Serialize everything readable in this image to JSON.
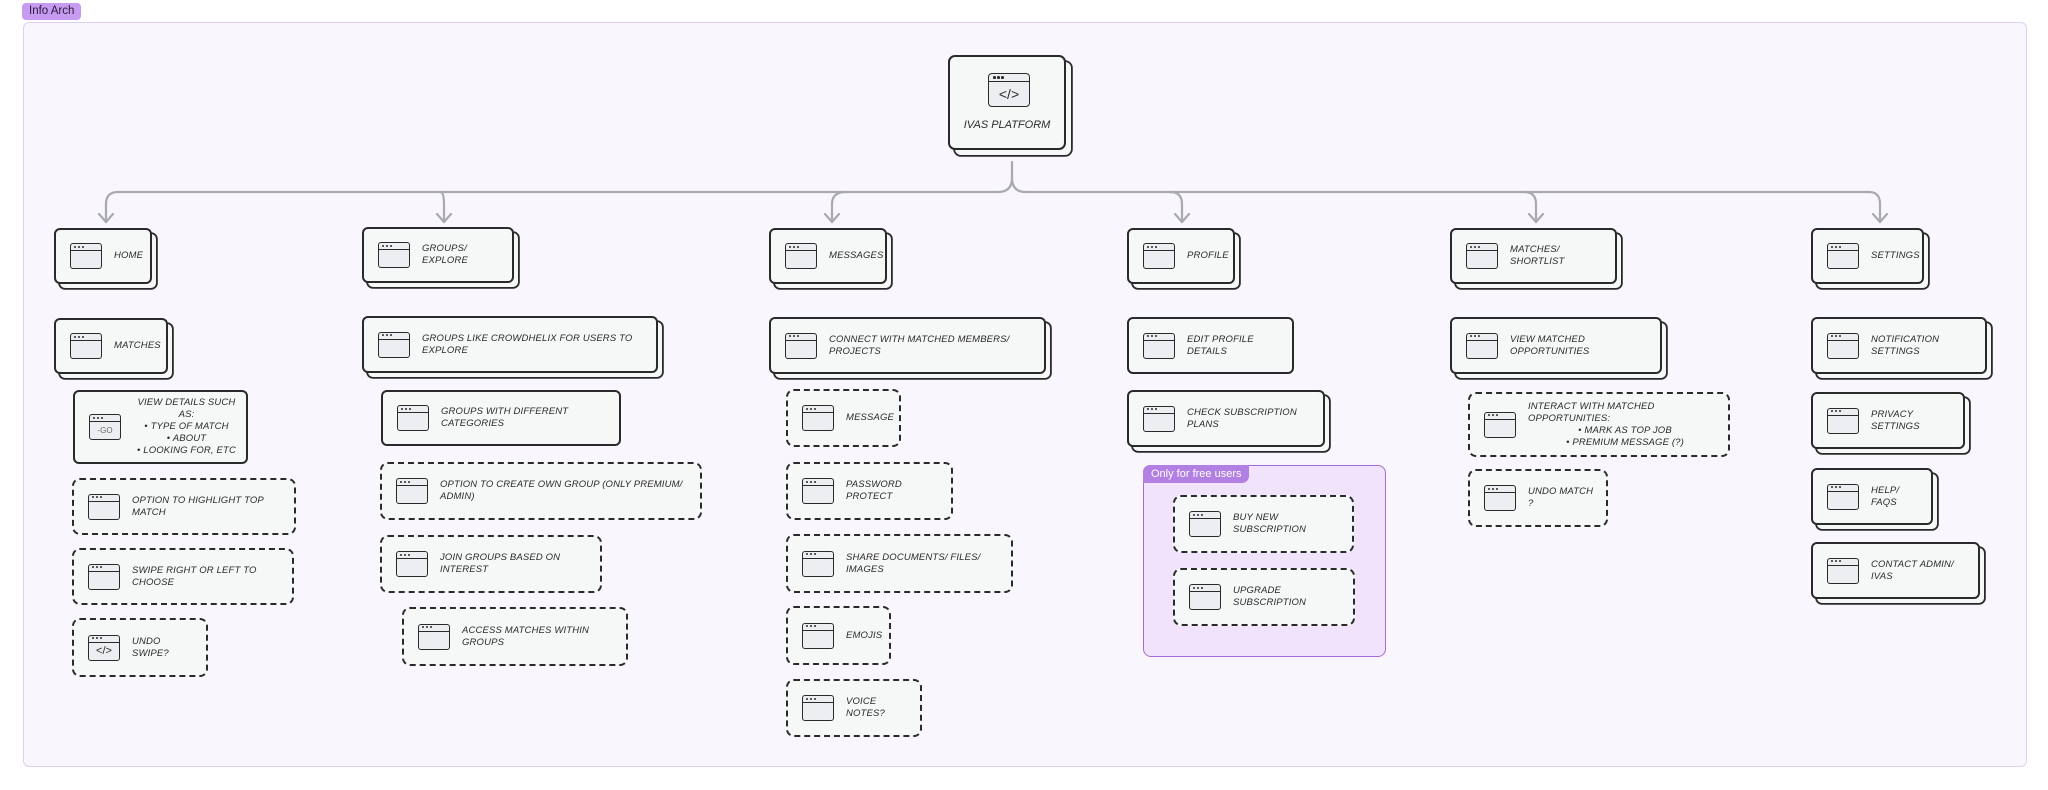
{
  "frame": {
    "title": "Info Arch"
  },
  "root": {
    "label": "IVAS PLATFORM"
  },
  "group": {
    "title": "Only for free users"
  },
  "columns": [
    {
      "head": "HOME",
      "items": [
        "MATCHES",
        {
          "title": "VIEW DETAILS SUCH AS:",
          "bullets": [
            "TYPE OF MATCH",
            "ABOUT",
            "LOOKING FOR, ETC"
          ]
        },
        "OPTION TO HIGHLIGHT TOP MATCH",
        "SWIPE RIGHT OR LEFT TO CHOOSE",
        "UNDO SWIPE?"
      ]
    },
    {
      "head": "GROUPS/ EXPLORE",
      "items": [
        "GROUPS LIKE CROWDHELIX FOR USERS TO EXPLORE",
        "GROUPS WITH DIFFERENT CATEGORIES",
        "OPTION TO CREATE OWN GROUP (ONLY PREMIUM/ ADMIN)",
        "JOIN GROUPS BASED ON INTEREST",
        "ACCESS MATCHES WITHIN GROUPS"
      ]
    },
    {
      "head": "MESSAGES",
      "items": [
        "CONNECT WITH MATCHED MEMBERS/ PROJECTS",
        "MESSAGE",
        "PASSWORD PROTECT",
        "SHARE DOCUMENTS/ FILES/ IMAGES",
        "EMOJIS",
        "VOICE NOTES?"
      ]
    },
    {
      "head": "PROFILE",
      "items": [
        "EDIT PROFILE DETAILS",
        "CHECK SUBSCRIPTION PLANS",
        "BUY NEW SUBSCRIPTION",
        "UPGRADE SUBSCRIPTION"
      ]
    },
    {
      "head": "MATCHES/ SHORTLIST",
      "items": [
        "VIEW MATCHED OPPORTUNITIES",
        {
          "title": "INTERACT WITH MATCHED OPPORTUNITIES:",
          "bullets": [
            "MARK AS TOP JOB",
            "PREMIUM MESSAGE (?)"
          ]
        },
        "UNDO MATCH ?"
      ]
    },
    {
      "head": "SETTINGS",
      "items": [
        "NOTIFICATION SETTINGS",
        "PRIVACY SETTINGS",
        "HELP/ FAQS",
        "CONTACT ADMIN/ IVAS"
      ]
    }
  ]
}
